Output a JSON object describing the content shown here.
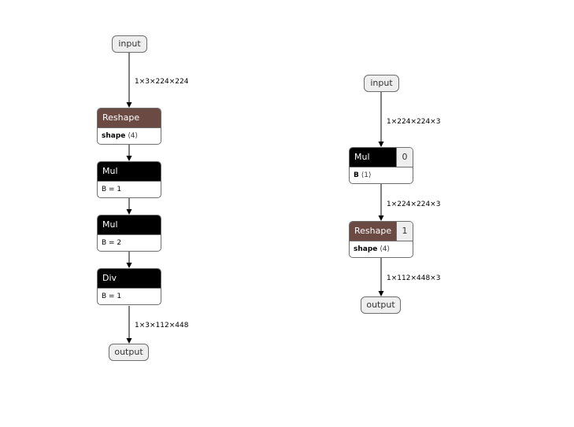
{
  "colors": {
    "op_black": "#000000",
    "op_brown": "#6b4a44",
    "io_fill": "#eeeeee",
    "border": "#6e6e6e",
    "edge": "#000000"
  },
  "left_graph": {
    "input": "input",
    "edge_in": "1×3×224×224",
    "reshape": {
      "label": "Reshape",
      "attr_name": "shape",
      "attr_value": "⟨4⟩"
    },
    "mul1": {
      "label": "Mul",
      "attr": "B = 1"
    },
    "mul2": {
      "label": "Mul",
      "attr": "B = 2"
    },
    "div": {
      "label": "Div",
      "attr": "B = 1"
    },
    "edge_out": "1×3×112×448",
    "output": "output"
  },
  "right_graph": {
    "input": "input",
    "edge_in": "1×224×224×3",
    "mul": {
      "label": "Mul",
      "index": "0",
      "attr_name": "B",
      "attr_value": "⟨1⟩"
    },
    "edge_mid": "1×224×224×3",
    "reshape": {
      "label": "Reshape",
      "index": "1",
      "attr_name": "shape",
      "attr_value": "⟨4⟩"
    },
    "edge_out": "1×112×448×3",
    "output": "output"
  }
}
